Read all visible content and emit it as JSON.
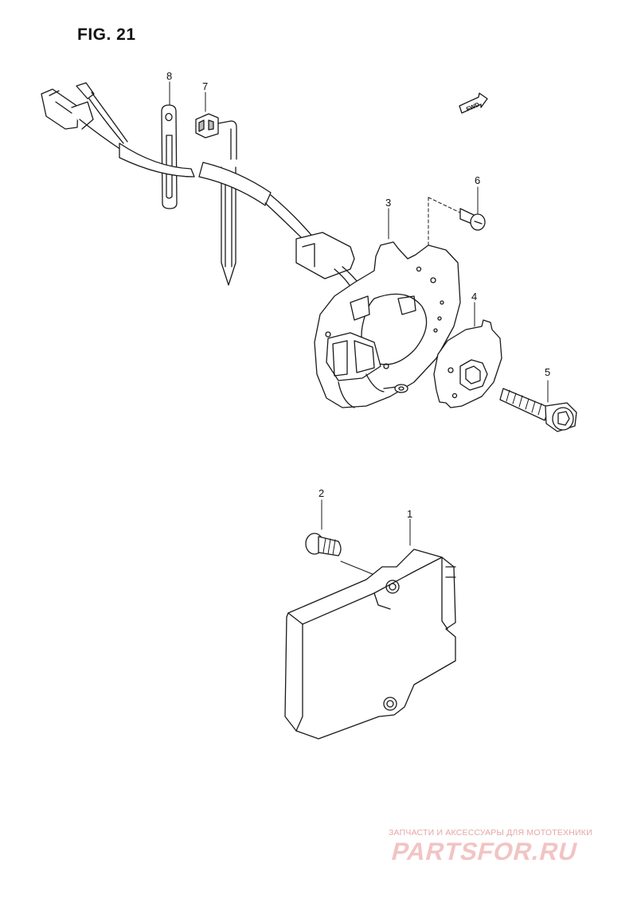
{
  "figure": {
    "title": "FIG. 21",
    "fwd_label": "FWD"
  },
  "callouts": {
    "part_1": "1",
    "part_2": "2",
    "part_3": "3",
    "part_4": "4",
    "part_5": "5",
    "part_6": "6",
    "part_7": "7",
    "part_8": "8"
  },
  "watermark": {
    "tagline": "ЗАПЧАСТИ И АКСЕССУАРЫ ДЛЯ МОТОТЕХНИКИ",
    "logo": "PARTSFOR.RU"
  }
}
